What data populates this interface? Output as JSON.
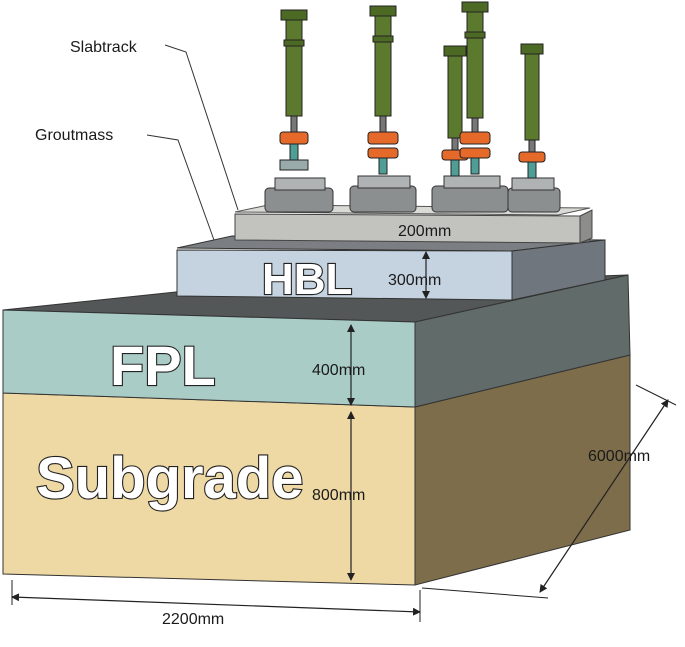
{
  "labels": {
    "slabtrack": "Slabtrack",
    "groutmass": "Groutmass",
    "hbl": "HBL",
    "fpl": "FPL",
    "subgrade": "Subgrade"
  },
  "dimensions": {
    "slab_thickness": "200mm",
    "hbl_thickness": "300mm",
    "fpl_thickness": "400mm",
    "subgrade_thickness": "800mm",
    "width": "2200mm",
    "length": "6000mm"
  },
  "colors": {
    "subgrade_front": "#eed9a4",
    "subgrade_side": "#7d6d4a",
    "fpl_front": "#a9ccc7",
    "fpl_side": "#616b6a",
    "fpl_top": "#545757",
    "hbl_front": "#c5d3e0",
    "hbl_side": "#6f767d",
    "hbl_top": "#7b7f83",
    "slab_front": "#c2c2be",
    "slab_top": "#dadad6",
    "actuator_green": "#5c7a2e",
    "collar_orange": "#e56a2a",
    "hinge_teal": "#4f9e96"
  }
}
